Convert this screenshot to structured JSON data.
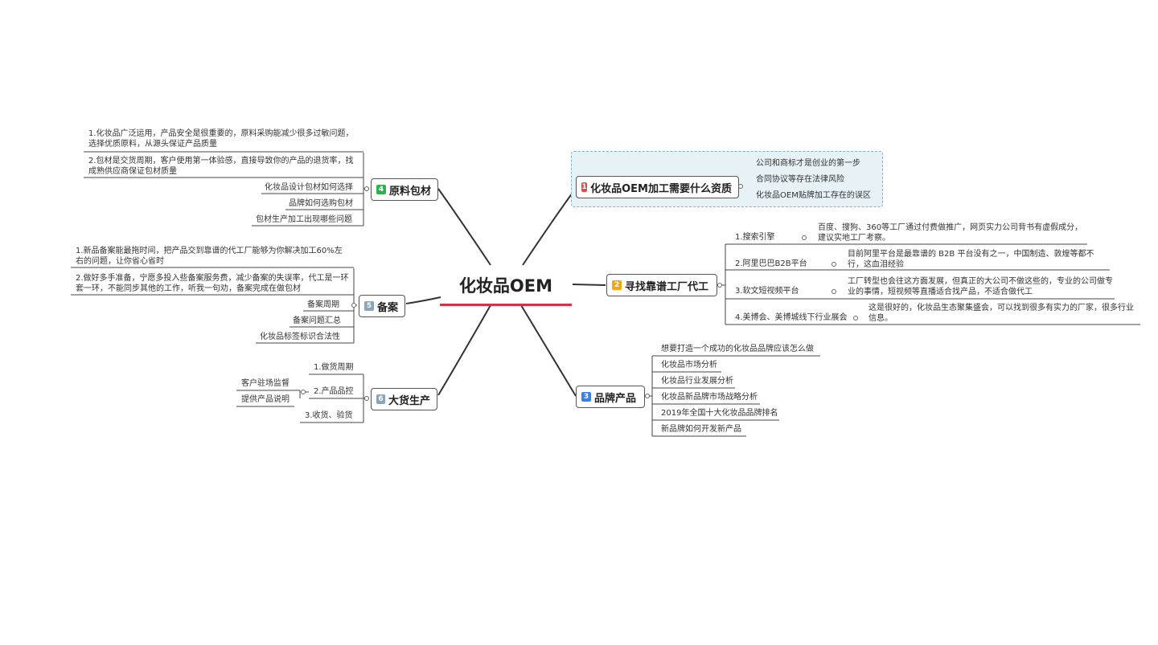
{
  "root": {
    "label": "化妆品OEM"
  },
  "colors": {
    "badge1": "#e54a4a",
    "badge2": "#f3a516",
    "badge3": "#3a80e8",
    "badge4": "#2bb24c",
    "badge5": "#8aa4b8",
    "badge6": "#8aa4b8",
    "underline": "#d9304a"
  },
  "branches": {
    "b1": {
      "num": "1",
      "label": "化妆品OEM加工需要什么资质",
      "items": [
        "公司和商标才是创业的第一步",
        "合同协议等存在法律风险",
        "化妆品OEM贴牌加工存在的误区"
      ]
    },
    "b2": {
      "num": "2",
      "label": "寻找靠谱工厂代工",
      "items": [
        {
          "label": "1.搜索引擎",
          "note": "百度、搜狗、360等工厂通过付费做推广，网页实力公司背书有虚假成分，建议实地工厂考察。"
        },
        {
          "label": "2.阿里巴巴B2B平台",
          "note": "目前阿里平台是最靠谱的 B2B      平台没有之一，中国制造、敦煌等都不行，这血泪经验"
        },
        {
          "label": "3.软文短视频平台",
          "note": "工厂转型也会往这方面发展，但真正的大公司不做这些的，专业的公司做专业的事情，短视频等直播适合找产品，不适合做代工"
        },
        {
          "label": "4.美博会、美博城线下行业展会",
          "note": "这是很好的，化妆品生态聚集盛会，可以找到很多有实力的厂家，很多行业信息。"
        }
      ]
    },
    "b3": {
      "num": "3",
      "label": "品牌产品",
      "items": [
        "想要打造一个成功的化妆品品牌应该怎么做",
        "化妆品市场分析",
        "化妆品行业发展分析",
        "化妆品新品牌市场战略分析",
        "2019年全国十大化妆品品牌排名",
        "新品牌如何开发新产品"
      ]
    },
    "b4": {
      "num": "4",
      "label": "原料包材",
      "items": [
        "1.化妆品广泛运用，产品安全是很重要的，原料采购能减少很多过敏问题，选择优质原料，从源头保证产品质量",
        "2.包材是交货周期，客户使用第一体验感，直接导致你的产品的退货率，找成熟供应商保证包材质量",
        "化妆品设计包材如何选择",
        "品牌如何选购包材",
        "包材生产加工出现哪些问题"
      ]
    },
    "b5": {
      "num": "5",
      "label": "备案",
      "items": [
        "1.新品备案能最拖时间，把产品交到靠谱的代工厂能够为你解决加工60%左右的问题，让你省心省时",
        "2.做好多手准备，宁愿多投入些备案服务费，减少备案的失误率，代工是一环套一环，不能同步其他的工作，听我一句劝，备案完成在做包材",
        "备案周期",
        "备案问题汇总",
        "化妆品标签标识合法性"
      ]
    },
    "b6": {
      "num": "6",
      "label": "大货生产",
      "items": [
        "1.做货周期",
        "2.产品品控",
        "3.收货、验货"
      ],
      "sub": [
        "客户驻场监督",
        "提供产品说明"
      ]
    }
  }
}
